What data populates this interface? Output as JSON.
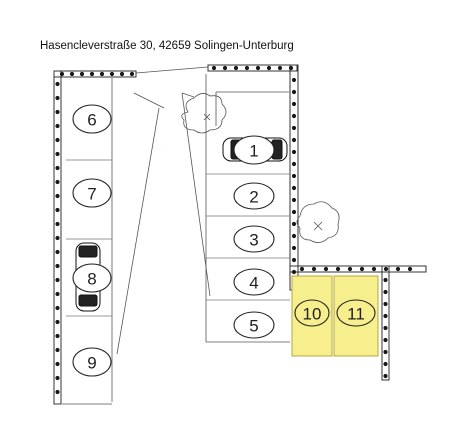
{
  "address": "Hasencleverstraße 30, 42659 Solingen-Unterburg",
  "spaces": [
    {
      "label": "1",
      "highlight": false,
      "car": true
    },
    {
      "label": "2",
      "highlight": false,
      "car": false
    },
    {
      "label": "3",
      "highlight": false,
      "car": false
    },
    {
      "label": "4",
      "highlight": false,
      "car": false
    },
    {
      "label": "5",
      "highlight": false,
      "car": false
    },
    {
      "label": "6",
      "highlight": false,
      "car": false
    },
    {
      "label": "7",
      "highlight": false,
      "car": false
    },
    {
      "label": "8",
      "highlight": false,
      "car": true
    },
    {
      "label": "9",
      "highlight": false,
      "car": false
    },
    {
      "label": "10",
      "highlight": true,
      "car": false
    },
    {
      "label": "11",
      "highlight": true,
      "car": false
    }
  ],
  "colors": {
    "highlight": "#f7ef8e",
    "highlight_border": "#b7a83a",
    "line": "#333333",
    "hedge": "#1a1a1a"
  }
}
